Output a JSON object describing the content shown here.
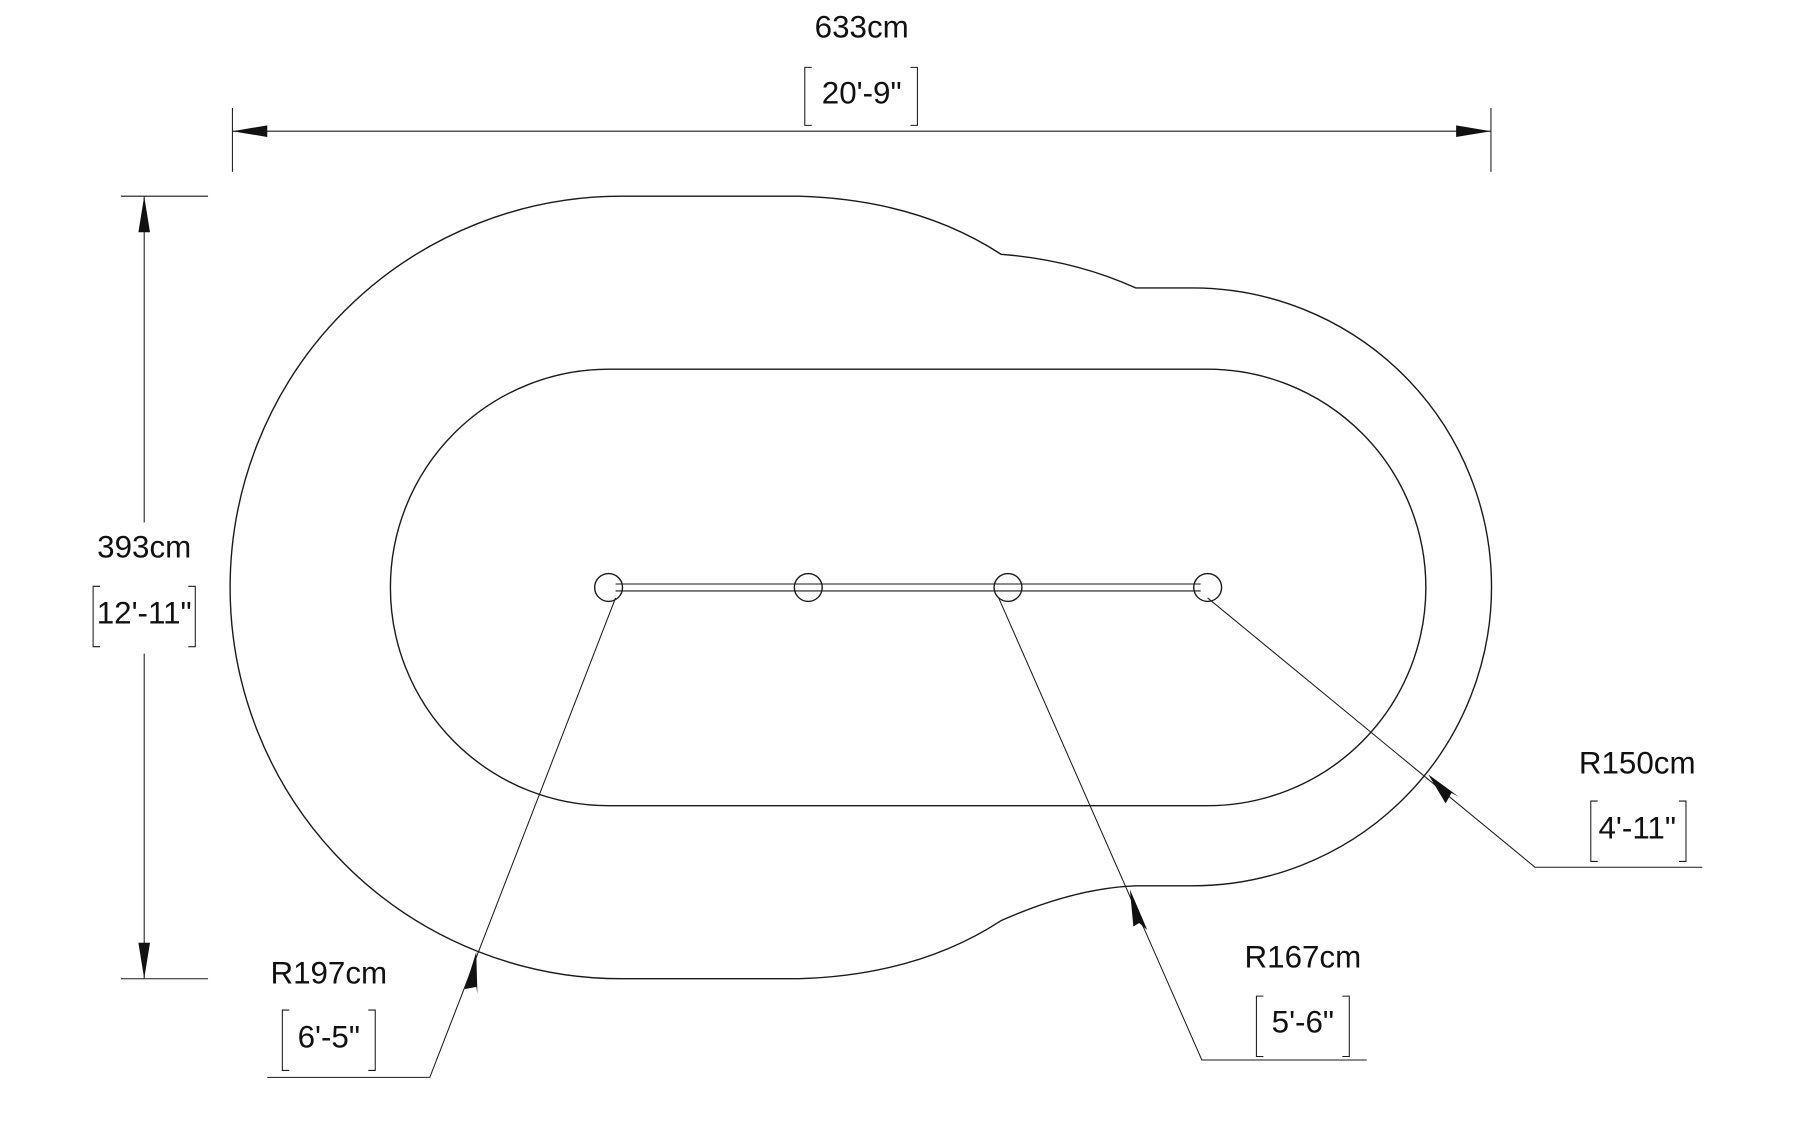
{
  "dimensions": {
    "width": {
      "metric": "633cm",
      "imperial": "20'-9\""
    },
    "height": {
      "metric": "393cm",
      "imperial": "12'-11\""
    }
  },
  "radii": [
    {
      "metric": "R197cm",
      "imperial": "6'-5\""
    },
    {
      "metric": "R167cm",
      "imperial": "5'-6\""
    },
    {
      "metric": "R150cm",
      "imperial": "4'-11\""
    }
  ],
  "colors": {
    "line": "#1a1a1a",
    "background": "#ffffff"
  }
}
